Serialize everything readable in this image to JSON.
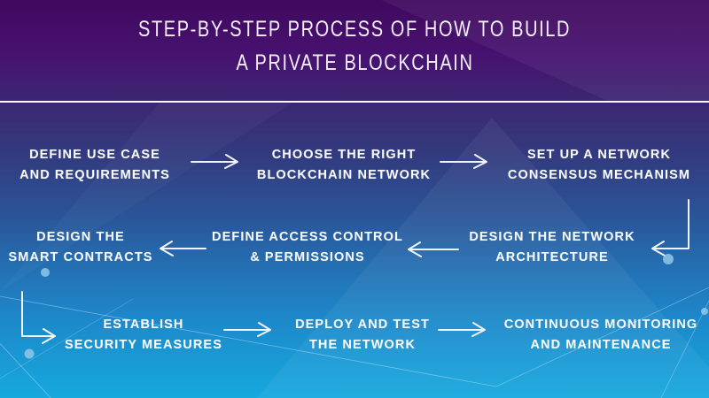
{
  "title": {
    "line1": "STEP-BY-STEP PROCESS OF HOW TO BUILD",
    "line2": "A PRIVATE BLOCKCHAIN"
  },
  "steps": [
    {
      "order": 1,
      "line1": "DEFINE USE CASE",
      "line2": "AND REQUIREMENTS"
    },
    {
      "order": 2,
      "line1": "CHOOSE THE RIGHT",
      "line2": "BLOCKCHAIN NETWORK"
    },
    {
      "order": 3,
      "line1": "SET UP A NETWORK",
      "line2": "CONSENSUS MECHANISM"
    },
    {
      "order": 4,
      "line1": "DESIGN THE NETWORK",
      "line2": "ARCHITECTURE"
    },
    {
      "order": 5,
      "line1": "DEFINE ACCESS CONTROL",
      "line2": "& PERMISSIONS"
    },
    {
      "order": 6,
      "line1": "DESIGN THE",
      "line2": "SMART CONTRACTS"
    },
    {
      "order": 7,
      "line1": "ESTABLISH",
      "line2": "SECURITY MEASURES"
    },
    {
      "order": 8,
      "line1": "DEPLOY AND TEST",
      "line2": "THE NETWORK"
    },
    {
      "order": 9,
      "line1": "CONTINUOUS MONITORING",
      "line2": "AND MAINTENANCE"
    }
  ],
  "colors": {
    "background_top": "#40095f",
    "background_bottom": "#16a9de",
    "text": "#f8fafd",
    "arrow": "#f0f4fa",
    "dot": "#8fc8e9",
    "separator": "#f7f6fb"
  }
}
